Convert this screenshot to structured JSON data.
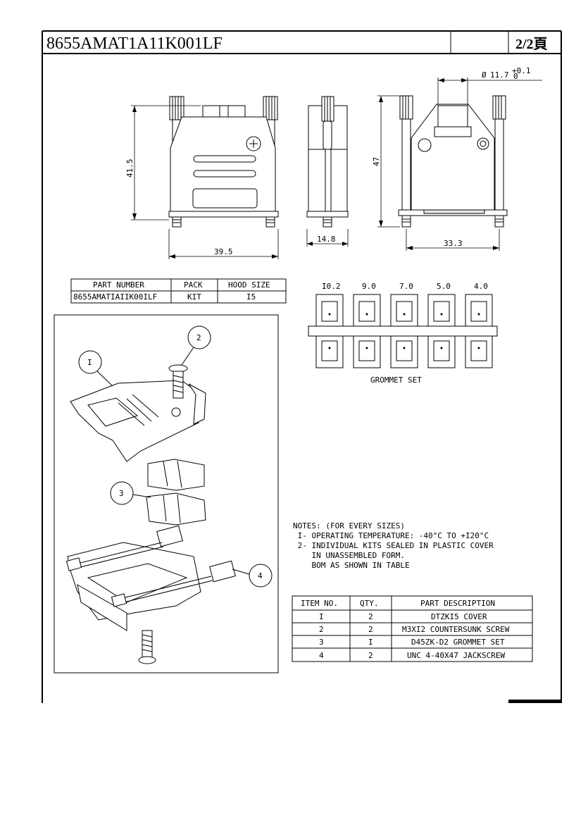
{
  "title_block": {
    "part_title": "8655AMAT1A11K001LF",
    "page_label": "2/2頁"
  },
  "dimensions": {
    "hood_height": "41.5",
    "hood_width": "39.5",
    "side_depth": "14.8",
    "overall_height": "47",
    "mount_width": "33.3",
    "cable_dia_symbol": "Ø",
    "cable_dia_value": "11.7",
    "cable_dia_tol_upper": "+0.1",
    "cable_dia_tol_lower": "0"
  },
  "part_table": {
    "headers": [
      "PART NUMBER",
      "PACK",
      "HOOD SIZE"
    ],
    "rows": [
      [
        "8655AMATIAIIK00ILF",
        "KIT",
        "I5"
      ]
    ]
  },
  "grommet": {
    "sizes": [
      "I0.2",
      "9.0",
      "7.0",
      "5.0",
      "4.0"
    ],
    "label": "GROMMET SET"
  },
  "exploded_view": {
    "balloons": [
      "I",
      "2",
      "3",
      "4"
    ]
  },
  "notes": {
    "lines": [
      "NOTES: (FOR EVERY SIZES)",
      " I- OPERATING TEMPERATURE: -40°C TO +I20°C",
      " 2- INDIVIDUAL KITS SEALED IN PLASTIC COVER",
      "    IN UNASSEMBLED FORM.",
      "    BOM AS SHOWN IN TABLE"
    ]
  },
  "bom_table": {
    "headers": [
      "ITEM NO.",
      "QTY.",
      "PART DESCRIPTION"
    ],
    "rows": [
      [
        "I",
        "2",
        "DTZKI5 COVER"
      ],
      [
        "2",
        "2",
        "M3XI2 COUNTERSUNK SCREW"
      ],
      [
        "3",
        "I",
        "D45ZK-D2 GROMMET SET"
      ],
      [
        "4",
        "2",
        "UNC 4-40X47 JACKSCREW"
      ]
    ]
  }
}
